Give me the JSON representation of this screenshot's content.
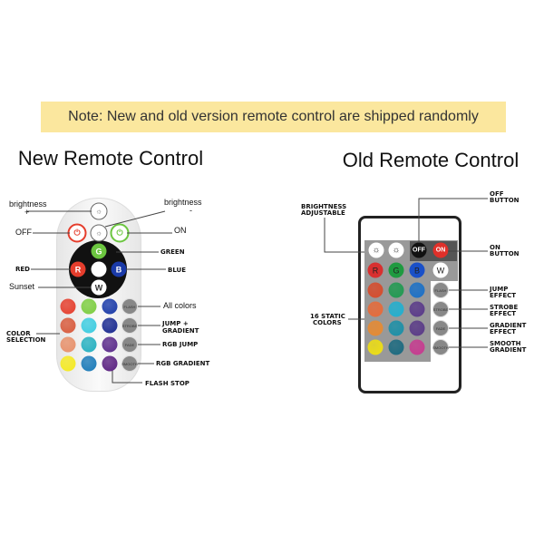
{
  "note": "Note: New and old version remote control are shipped randomly",
  "new_remote": {
    "title": "New Remote Control",
    "labels": {
      "brightness_plus": "brightness",
      "plus": "+",
      "brightness_minus": "brightness",
      "minus": "-",
      "off": "OFF",
      "on": "ON",
      "green": "GREEN",
      "red": "RED",
      "blue": "BLUE",
      "sunset": "Sunset",
      "color_selection_1": "COLOR",
      "color_selection_2": "SELECTION",
      "all_colors": "All colors",
      "jump_gradient_1": "JUMP +",
      "jump_gradient_2": "GRADIENT",
      "rgb_jump": "RGB JUMP",
      "rgb_gradient": "RGB GRADIENT",
      "flash_stop": "FLASH STOP"
    },
    "buttons": {
      "g": "G",
      "r": "R",
      "b": "B",
      "w": "W"
    },
    "side_buttons": [
      "FLASH",
      "STROBE",
      "FADE",
      "SMOOTH"
    ],
    "colors": [
      "#e53d2c",
      "#7ccd3f",
      "#1a3aa8",
      "#d85a3c",
      "#3ccce0",
      "#1a2a90",
      "#e8906a",
      "#25b0c0",
      "#5a2a8a",
      "#f5ea20",
      "#1a7ab8",
      "#5a2080"
    ]
  },
  "old_remote": {
    "title": "Old Remote Control",
    "labels": {
      "brightness_1": "BRIGHTNESS",
      "brightness_2": "ADJUSTABLE",
      "off_1": "OFF",
      "off_2": "BUTTON",
      "on_1": "ON",
      "on_2": "BUTTON",
      "static_1": "16 STATIC",
      "static_2": "COLORS",
      "jump_1": "JUMP",
      "jump_2": "EFFECT",
      "strobe_1": "STROBE",
      "strobe_2": "EFFECT",
      "gradient_1": "GRADIENT",
      "gradient_2": "EFFECT",
      "smooth_1": "SMOOTH",
      "smooth_2": "GRADIENT"
    },
    "buttons": {
      "off": "OFF",
      "on": "ON",
      "r": "R",
      "g": "G",
      "b": "B",
      "w": "W"
    },
    "side_buttons": [
      "FLASH",
      "STROBE",
      "FADE",
      "SMOOTH"
    ],
    "colors": [
      "#d84a2a",
      "#1f9a50",
      "#1a70c8",
      "#e86a38",
      "#20b0d0",
      "#5a3a8a",
      "#e88a30",
      "#1a90a8",
      "#5a3a88",
      "#f0e010",
      "#1a6a80",
      "#c83a90"
    ]
  }
}
